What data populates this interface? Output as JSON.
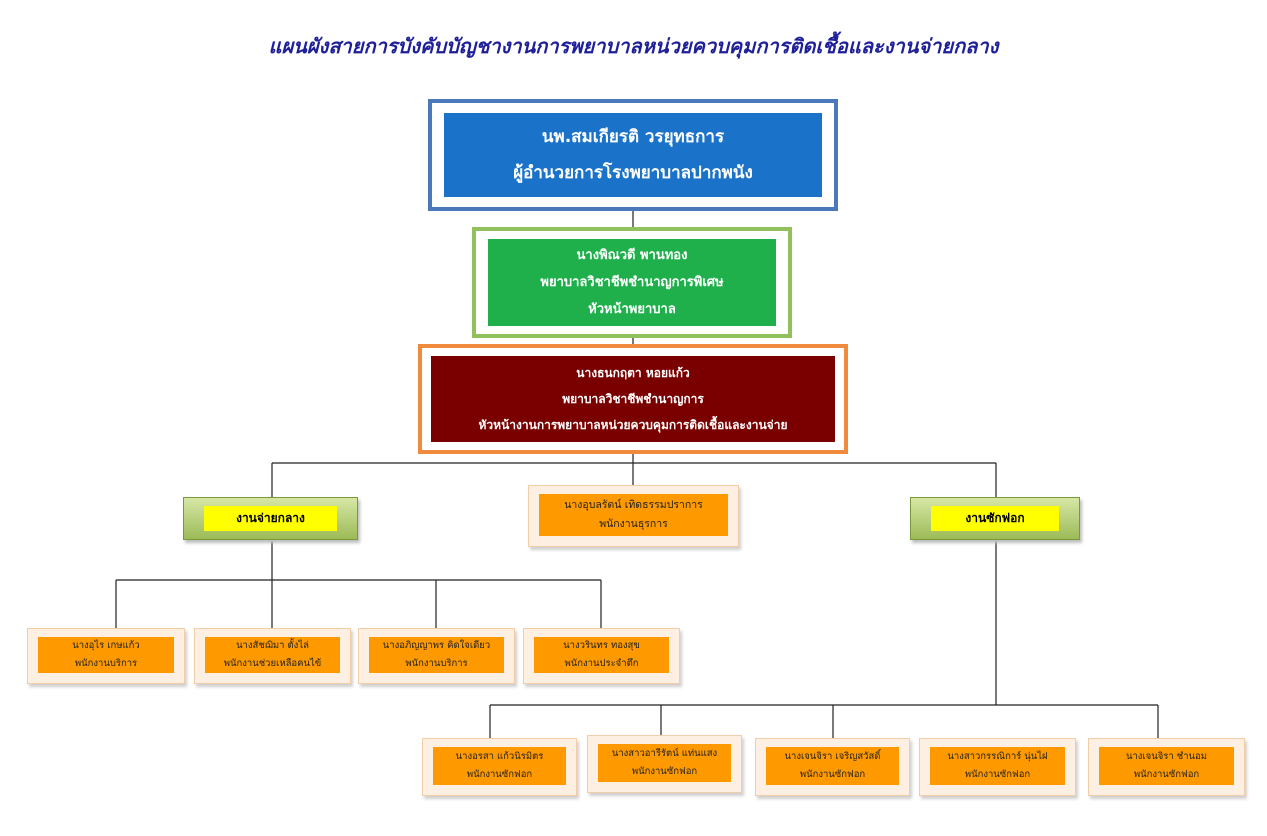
{
  "title": "แผนผังสายการบังคับบัญชางานการพยาบาลหน่วยควบคุมการติดเชื้อและงานจ่ายกลาง",
  "director": {
    "name": "นพ.สมเกียรติ วรยุทธการ",
    "position": "ผู้อำนวยการโรงพยาบาลปากพนัง"
  },
  "head_nurse": {
    "name": "นางพิณวดี พานทอง",
    "rank": "พยาบาลวิชาชีพชำนาญการพิเศษ",
    "position": "หัวหน้าพยาบาล"
  },
  "supervisor": {
    "name": "นางธนกฤตา หอยแก้ว",
    "rank": "พยาบาลวิชาชีพชำนาญการ",
    "position": "หัวหน้างานการพยาบาลหน่วยควบคุมการติดเชื้อและงานจ่าย"
  },
  "admin_staff": {
    "name": "นางอุบลรัตน์ เทิดธรรมปราการ",
    "position": "พนักงานธุรการ"
  },
  "sections": {
    "central_supply": "งานจ่ายกลาง",
    "laundry": "งานซักฟอก"
  },
  "central_supply_staff": [
    {
      "name": "นางอุไร เกษแก้ว",
      "position": "พนักงานบริการ"
    },
    {
      "name": "นางสัชฌิมา ตั้งไล่",
      "position": "พนักงานช่วยเหลือคนไข้"
    },
    {
      "name": "นางอภิญญาพร คิดใจเดียว",
      "position": "พนักงานบริการ"
    },
    {
      "name": "นางวรินทร ทองสุข",
      "position": "พนักงานประจำตึก"
    }
  ],
  "laundry_staff": [
    {
      "name": "นางอรสา แก้วนิรมิตร",
      "position": "พนักงานซักฟอก"
    },
    {
      "name": "นางสาวอารีรัตน์ แท่นแสง",
      "position": "พนักงานซักฟอก"
    },
    {
      "name": "นางเจนจิรา เจริญสวัสดิ์",
      "position": "พนักงานซักฟอก"
    },
    {
      "name": "นางสาวกรรณิการ์ นุ่นไฝ",
      "position": "พนักงานซักฟอก"
    },
    {
      "name": "นางเจนจิรา ชำนอม",
      "position": "พนักงานซักฟอก"
    }
  ],
  "colors": {
    "director": "#1a73c8",
    "head_nurse": "#1fb04c",
    "supervisor": "#7a0000",
    "staff": "#ff9900",
    "section_label": "#ffff00"
  }
}
